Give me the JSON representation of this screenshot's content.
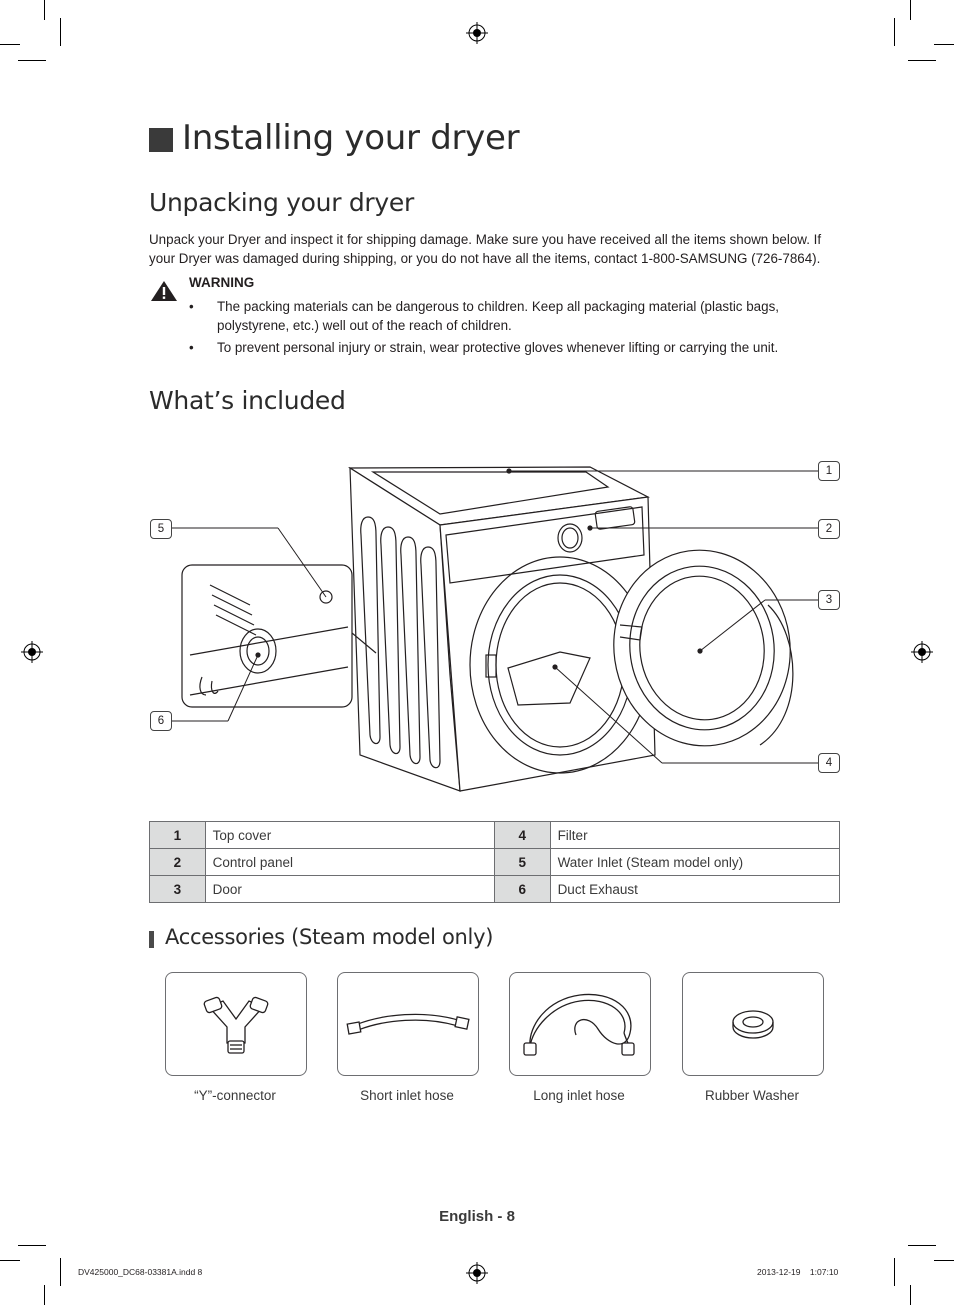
{
  "page": {
    "title": "Installing your dryer",
    "footer": "English - 8",
    "slug_left": "DV425000_DC68-03381A.indd   8",
    "slug_right": "2013-12-19      1:07:10"
  },
  "unpacking": {
    "heading": "Unpacking your dryer",
    "body": "Unpack your Dryer and inspect it for shipping damage. Make sure you have received all the items shown below. If your Dryer was damaged during shipping, or you do not have all the items, contact 1-800-SAMSUNG (726-7864).",
    "warning_label": "WARNING",
    "warnings": [
      "The packing materials can be dangerous to children. Keep all packaging material (plastic bags, polystyrene, etc.) well out of the reach of children.",
      "To prevent personal injury or strain, wear protective gloves whenever lifting or carrying the unit."
    ],
    "bullet_char": "•"
  },
  "included": {
    "heading": "What’s included",
    "callouts": [
      "1",
      "2",
      "3",
      "4",
      "5",
      "6"
    ],
    "parts": [
      {
        "num": "1",
        "label": "Top cover"
      },
      {
        "num": "2",
        "label": "Control panel"
      },
      {
        "num": "3",
        "label": "Door"
      },
      {
        "num": "4",
        "label": "Filter"
      },
      {
        "num": "5",
        "label": "Water Inlet (Steam model only)"
      },
      {
        "num": "6",
        "label": "Duct Exhaust"
      }
    ]
  },
  "accessories": {
    "heading": "Accessories (Steam model only)",
    "items": [
      {
        "label": "“Y”-connector",
        "icon": "y-connector-icon"
      },
      {
        "label": "Short inlet hose",
        "icon": "short-hose-icon"
      },
      {
        "label": "Long inlet hose",
        "icon": "long-hose-icon"
      },
      {
        "label": "Rubber Washer",
        "icon": "rubber-washer-icon"
      }
    ]
  }
}
